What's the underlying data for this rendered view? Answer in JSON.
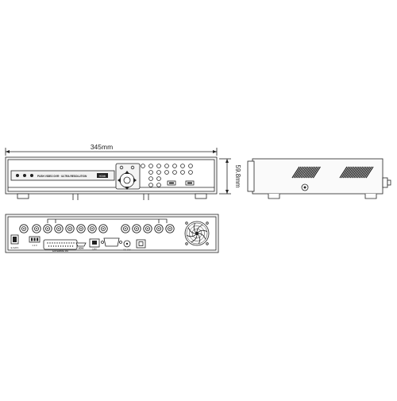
{
  "dimensions": {
    "width": "345mm",
    "height": "59.8mm"
  },
  "front_panel": {
    "title": "PUSH VIDEO DVR · ULTRA RESOLUTION",
    "hdmi_label": "HDMI"
  },
  "rear_panel": {
    "labels": {
      "esata": "E-SATA",
      "external_io": "EXTERNAL I/O",
      "hdmi": "HDMI",
      "lan": "LAN",
      "dc": "DC 19V",
      "switch_digits": "1 2 3"
    }
  },
  "colors": {
    "line": "#222222",
    "panel_fill": "#ededed",
    "dark_strip": "#555555"
  }
}
